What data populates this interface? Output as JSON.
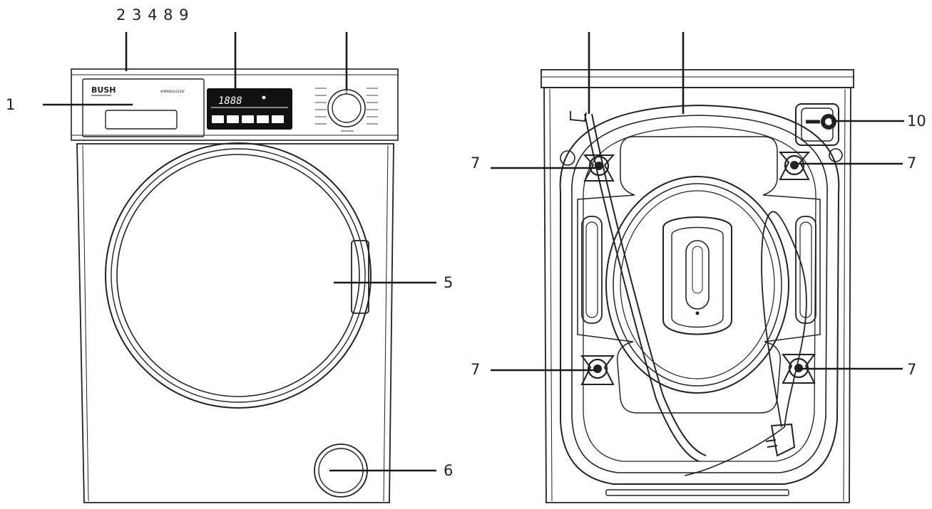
{
  "brand": "BUSH",
  "model_label": "WMNBX812EW",
  "display_digits": "1888",
  "callouts": {
    "top_left": "2 3 4 8 9",
    "left_drawer": "1",
    "door": "5",
    "filter": "6",
    "rear_feet": "7",
    "inlet_valve": "10"
  },
  "colors": {
    "line": "#222222",
    "display_bg": "#111111",
    "background": "#ffffff"
  }
}
